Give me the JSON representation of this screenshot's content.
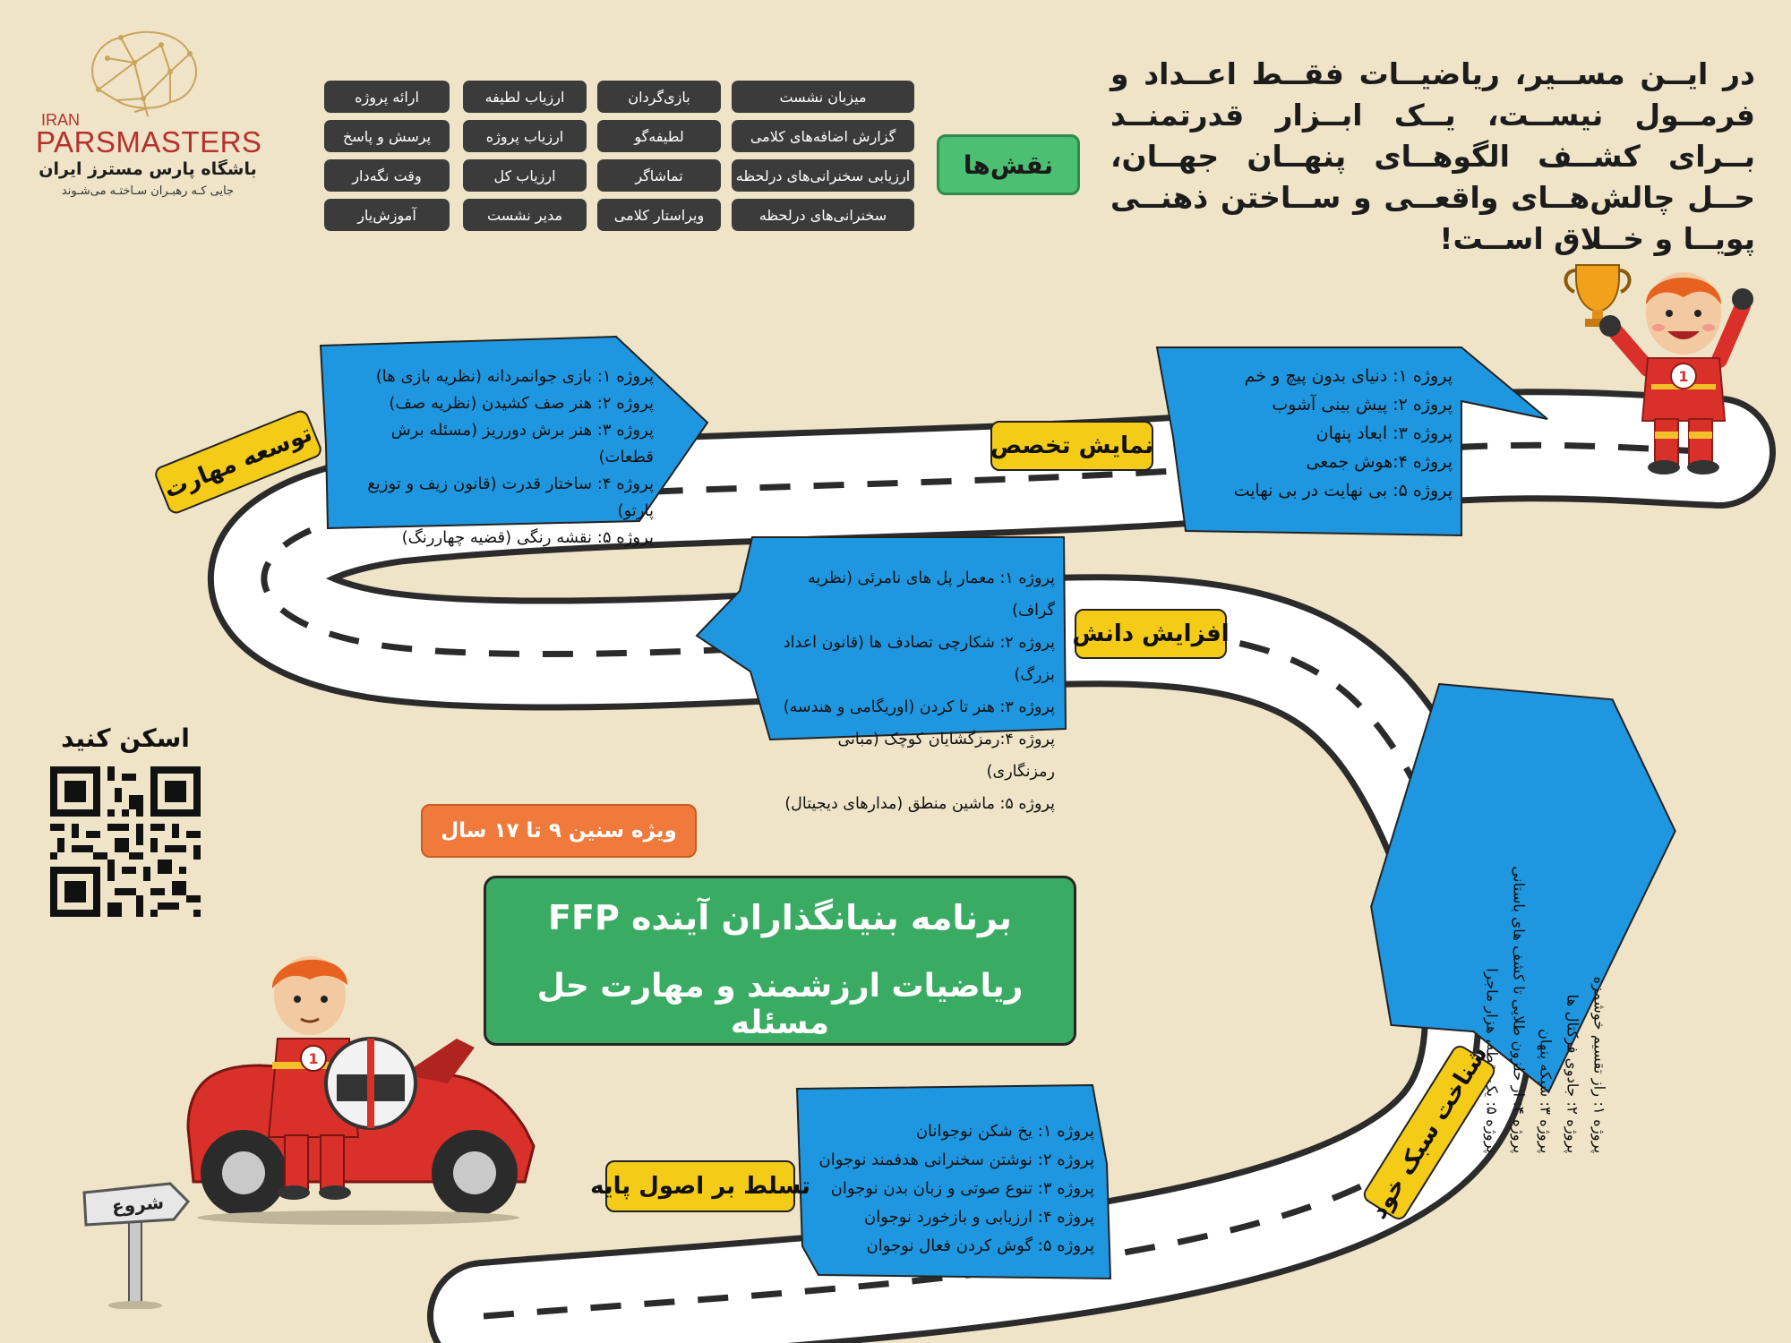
{
  "intro": "در ایــن مســیر، ریاضیــات فقــط اعــداد و فرمــول نیســت، یــک ابــزار قدرتمنــد بــرای کشــف الگوهــای پنهــان جهــان، حــل چالش‌هــای واقعــی و ســاختن ذهنــی پویــا و خــلاق اســت!",
  "logo": {
    "iran": "IRAN",
    "brand": "PARSMASTERS",
    "club": "باشگاه پارس مسترز ایران",
    "slogan": "جایی کـه رهبـران سـاختـه می‌شـوند"
  },
  "roles": {
    "title": "نقش‌ها",
    "col1": [
      "میزبان نشست",
      "گزارش اضافه‌های کلامی",
      "ارزیابی سخنرانی‌های درلحظه",
      "سخنرانی‌های درلحظه"
    ],
    "col2": [
      "بازی‌گردان",
      "لطیفه‌گو",
      "تماشاگر",
      "ویراستار کلامی"
    ],
    "col3": [
      "ارزیاب لطیفه",
      "ارزیاب پروژه",
      "ارزیاب کل",
      "مدیر نشست"
    ],
    "col4": [
      "ارائه پروژه",
      "پرسش و پاسخ",
      "وقت نگه‌دار",
      "آموزش‌یار"
    ]
  },
  "stages": {
    "basics": {
      "label": "تسلط بر اصول پایه",
      "items": [
        "پروژه ۱: یخ شکن نوجوانان",
        "پروژه ۲: نوشتن سخنرانی هدفمند نوجوان",
        "پروژه ۳: تنوع صوتی و زبان بدن نوجوان",
        "پروژه ۴: ارزیابی و بازخورد نوجوان",
        "پروژه ۵: گوش کردن فعال نوجوان"
      ]
    },
    "style": {
      "label": "شناخت سبک خود",
      "items": [
        "پروژه ۱: راز تقسیم خوشمزه",
        "پروژه ۲: جادوی فرکتال ها",
        "پروژه ۳: شبکه پنهان",
        "پروژه ۴: از حلزون طلایی تا کشف های باستانی",
        "پروژه ۵: یک نقطه، هزار ماجرا"
      ]
    },
    "knowledge": {
      "label": "افزایش دانش",
      "items": [
        "پروژه ۱: معمار پل های نامرئی (نظریه گراف)",
        "پروژه ۲: شکارچی تصادف ها (قانون اعداد بزرگ)",
        "پروژه ۳: هنر تا کردن (اوریگامی و هندسه)",
        "پروژه ۴:رمزگشایان کوچک (مبانی رمزنگاری)",
        "پروژه ۵: ماشین منطق (مدارهای دیجیتال)"
      ]
    },
    "skill": {
      "label": "توسعه مهارت",
      "items": [
        "پروژه ۱: بازی جوانمردانه (نظریه بازی ها)",
        "پروژه ۲: هنر صف کشیدن (نظریه صف)",
        "پروژه ۳: هنر برش دورریز (مسئله برش قطعات)",
        "پروژه ۴: ساختار قدرت (قانون زیف و توزیع پارتو)",
        "پروژه ۵: نقشه رنگی (قضیه چهاررنگ)"
      ]
    },
    "expert": {
      "label": "نمایش تخصص",
      "items": [
        "پروژه ۱: دنیای بدون پیچ و خم",
        "پروژه ۲: پیش بینی آشوب",
        "پروژه ۳: ابعاد پنهان",
        "پروژه ۴:هوش جمعی",
        "پروژه ۵: بی نهایت در بی نهایت"
      ]
    }
  },
  "age": "ویژه سنین ۹ تا ۱۷ سال",
  "program": {
    "title": "برنامه بنیانگذاران آینده FFP",
    "subtitle": "ریاضیات ارزشمند و مهارت حل مسئله"
  },
  "scan": "اسکن کنید",
  "start_sign": "شروع",
  "jersey_number": "1",
  "colors": {
    "background": "#efe4c8",
    "road": "#2b2b2b",
    "panel_blue": "#1f97e0",
    "label_yellow": "#f4cb17",
    "title_green": "#3aab62",
    "age_orange": "#f07a3b",
    "role_dark": "#3b3b3b",
    "brand_red": "#b5302e",
    "racer_red": "#d9302a"
  },
  "icons": [
    "trophy-icon",
    "race-car-icon",
    "helmet-icon",
    "qr-code-icon",
    "brain-logo-icon",
    "start-signpost-icon"
  ]
}
